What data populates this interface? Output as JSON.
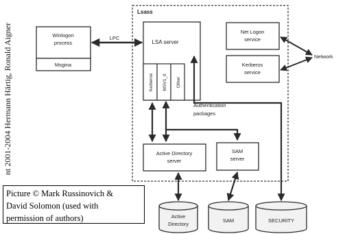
{
  "side_copyright": "nt 2001-2004 Hermann Härtig, Ronald Aigner",
  "credit": {
    "line1": "Picture © Mark Russinovich &",
    "line2": "David Solomon (used with",
    "line3": "permission of authors)"
  },
  "diagram": {
    "lsass_label": "Lsass",
    "winlogon": {
      "line1": "Winlogon",
      "line2": "process"
    },
    "msgina": "Msgina",
    "lpc": "LPC",
    "lsa_server": "LSA server",
    "netlogon": {
      "line1": "Net Logon",
      "line2": "service"
    },
    "kerberos_service": {
      "line1": "Kerberos",
      "line2": "service"
    },
    "network": "Network",
    "packages": [
      "Kerberos",
      "MSV1_0",
      "Other"
    ],
    "auth_packages": {
      "line1": "Authentication",
      "line2": "packages"
    },
    "ad_server": {
      "line1": "Active Directory",
      "line2": "server"
    },
    "sam_server": {
      "line1": "SAM",
      "line2": "server"
    },
    "databases": {
      "active_directory": {
        "line1": "Active",
        "line2": "Directory"
      },
      "sam": "SAM",
      "security": "SECURITY"
    }
  },
  "colors": {
    "stroke": "#2a2a2a",
    "box_fill": "#ffffff",
    "dashed_border": "#555555",
    "cylinder_fill": "#f2f2f2"
  }
}
